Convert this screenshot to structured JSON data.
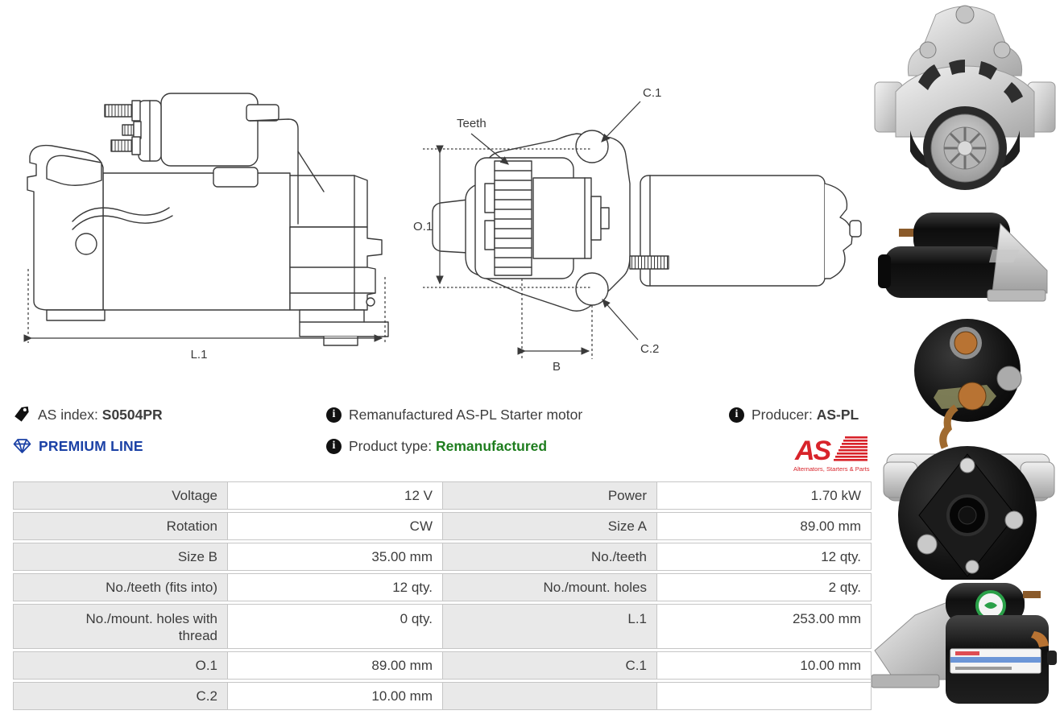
{
  "page": {
    "background": "#ffffff"
  },
  "drawings": {
    "side_view": {
      "length_label": "L.1"
    },
    "front_view": {
      "teeth_label": "Teeth",
      "o1_label": "O.1",
      "b_label": "B",
      "c1_label": "C.1",
      "c2_label": "C.2"
    }
  },
  "product_info": {
    "as_index": {
      "label": "AS index:",
      "value": "S0504PR"
    },
    "premium_line_label": "PREMIUM LINE",
    "description": "Remanufactured AS-PL Starter motor",
    "product_type": {
      "label": "Product type:",
      "value": "Remanufactured"
    },
    "producer": {
      "label": "Producer:",
      "value": "AS-PL"
    },
    "logo": {
      "text": "AS",
      "tagline": "Alternators, Starters & Parts"
    }
  },
  "colors": {
    "premium_blue": "#1b41a5",
    "type_green": "#1e7d1e",
    "brand_red": "#d8232a",
    "table_label_bg": "#e9e9e9",
    "table_border": "#c6c6c6",
    "text": "#3d3d3d"
  },
  "photos": {
    "items": [
      "starter-front-view-photo",
      "starter-solenoid-side-photo",
      "starter-rear-view-photo",
      "starter-angle-view-photo"
    ]
  },
  "spec_table": {
    "rows": [
      {
        "left_label": "Voltage",
        "left_value": "12 V",
        "right_label": "Power",
        "right_value": "1.70 kW"
      },
      {
        "left_label": "Rotation",
        "left_value": "CW",
        "right_label": "Size A",
        "right_value": "89.00 mm"
      },
      {
        "left_label": "Size B",
        "left_value": "35.00 mm",
        "right_label": "No./teeth",
        "right_value": "12 qty."
      },
      {
        "left_label": "No./teeth (fits into)",
        "left_value": "12 qty.",
        "right_label": "No./mount. holes",
        "right_value": "2 qty."
      },
      {
        "left_label": "No./mount. holes with thread",
        "left_value": "0 qty.",
        "right_label": "L.1",
        "right_value": "253.00 mm"
      },
      {
        "left_label": "O.1",
        "left_value": "89.00 mm",
        "right_label": "C.1",
        "right_value": "10.00 mm"
      },
      {
        "left_label": "C.2",
        "left_value": "10.00 mm",
        "right_label": "",
        "right_value": ""
      }
    ]
  }
}
